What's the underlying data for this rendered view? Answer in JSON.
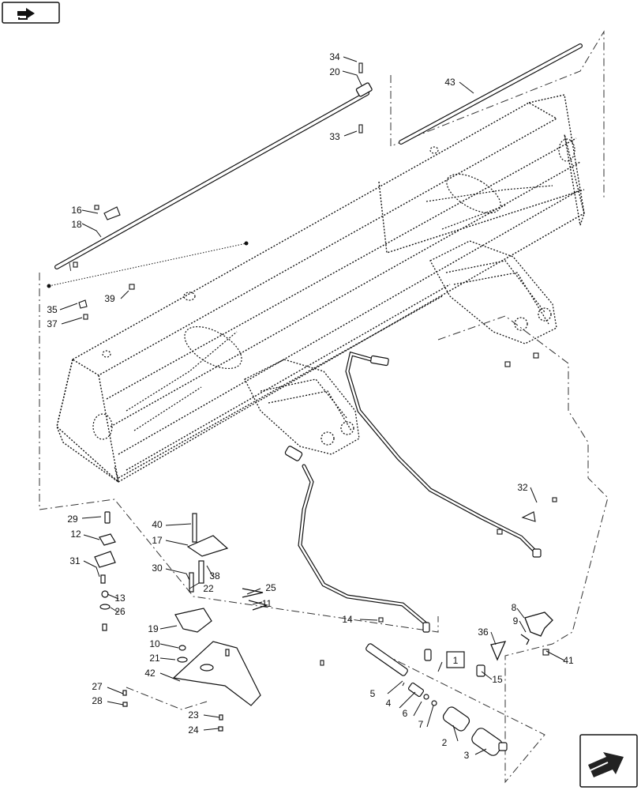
{
  "diagram": {
    "callouts": [
      "1",
      "2",
      "3",
      "4",
      "5",
      "6",
      "7",
      "8",
      "9",
      "10",
      "11",
      "12",
      "13",
      "14",
      "15",
      "16",
      "17",
      "18",
      "19",
      "20",
      "21",
      "22",
      "23",
      "24",
      "25",
      "26",
      "27",
      "28",
      "29",
      "30",
      "31",
      "32",
      "33",
      "34",
      "35",
      "36",
      "37",
      "38",
      "39",
      "40",
      "41",
      "42",
      "43"
    ],
    "boxed_callout": "1"
  },
  "nav": {
    "top_icon": "arrow-back-icon",
    "bottom_icon": "arrow-forward-icon"
  },
  "colors": {
    "line": "#111111",
    "dash": "#333333",
    "background": "#ffffff"
  }
}
